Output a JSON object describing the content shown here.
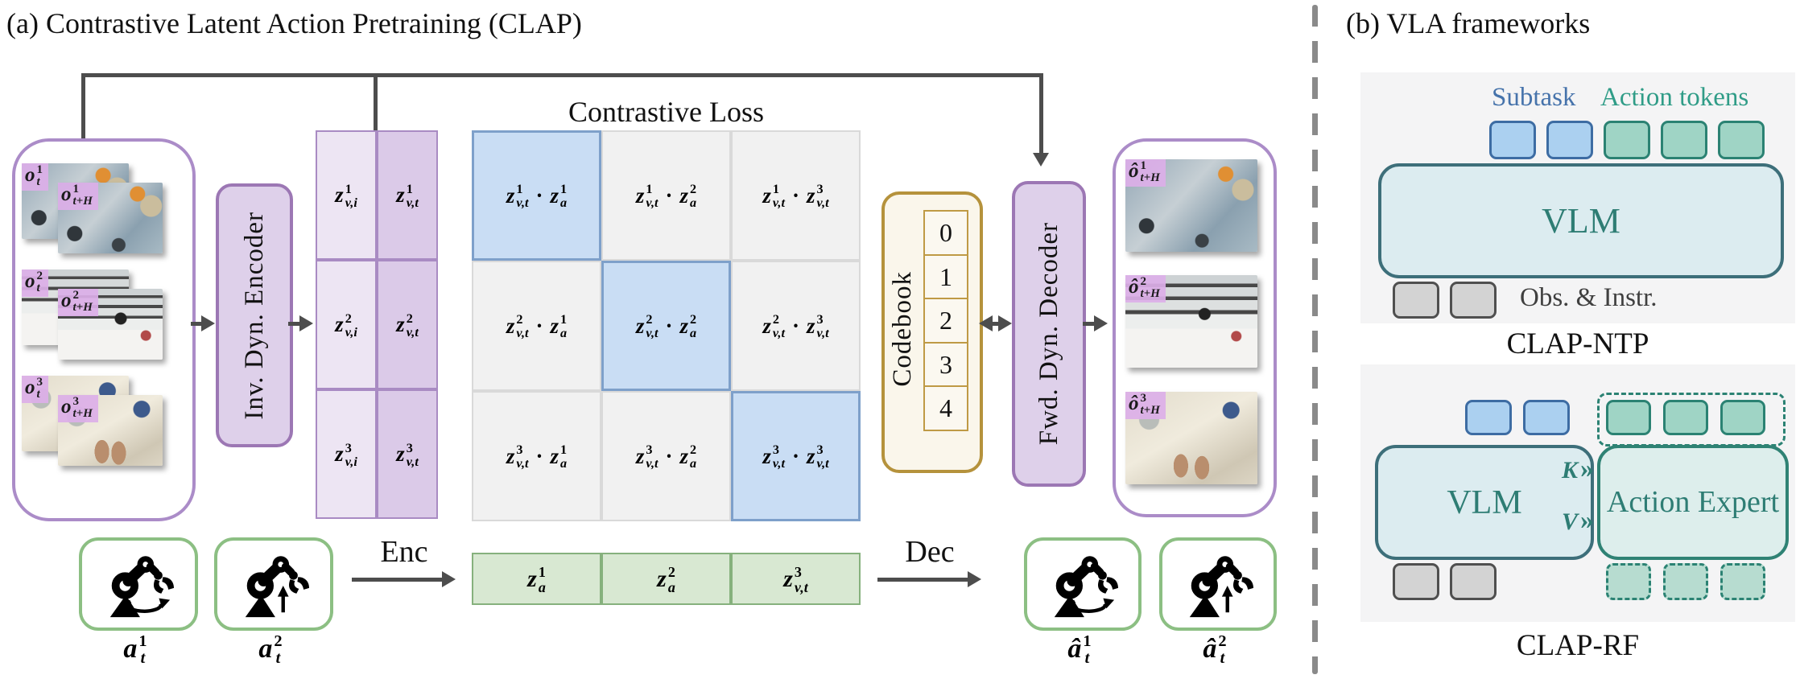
{
  "panel_a": {
    "title": "(a) Contrastive Latent Action Pretraining (CLAP)",
    "contrastive_loss_title": "Contrastive Loss",
    "observations": [
      {
        "back": "o^{1}_{t}",
        "front": "o^{1}_{t+H}"
      },
      {
        "back": "o^{2}_{t}",
        "front": "o^{2}_{t+H}"
      },
      {
        "back": "o^{3}_{t}",
        "front": "o^{3}_{t+H}"
      }
    ],
    "encoder_label": "Inv. Dyn. Encoder",
    "latents": [
      [
        "z^{1}_{v,i}",
        "z^{1}_{v,t}"
      ],
      [
        "z^{2}_{v,i}",
        "z^{2}_{v,t}"
      ],
      [
        "z^{3}_{v,i}",
        "z^{3}_{v,t}"
      ]
    ],
    "matrix": [
      [
        {
          "t": "z^{1}_{v,t} · z^{1}_{a}",
          "hl": true
        },
        {
          "t": "z^{1}_{v,t} · z^{2}_{a}",
          "hl": false
        },
        {
          "t": "z^{1}_{v,t} · z^{3}_{v,t}",
          "hl": false
        }
      ],
      [
        {
          "t": "z^{2}_{v,t} · z^{1}_{a}",
          "hl": false
        },
        {
          "t": "z^{2}_{v,t} · z^{2}_{a}",
          "hl": true
        },
        {
          "t": "z^{2}_{v,t} · z^{3}_{v,t}",
          "hl": false
        }
      ],
      [
        {
          "t": "z^{3}_{v,t} · z^{1}_{a}",
          "hl": false
        },
        {
          "t": "z^{3}_{v,t} · z^{2}_{a}",
          "hl": false
        },
        {
          "t": "z^{3}_{v,t} · z^{3}_{v,t}",
          "hl": true
        }
      ]
    ],
    "codebook": {
      "label": "Codebook",
      "entries": [
        "0",
        "1",
        "2",
        "3",
        "4"
      ]
    },
    "decoder_label": "Fwd. Dyn. Decoder",
    "predictions": [
      "ô^{1}_{t+H}",
      "ô^{2}_{t+H}",
      "ô^{3}_{t+H}"
    ],
    "actions_in": [
      "a^{1}_{t}",
      "a^{2}_{t}"
    ],
    "enc_label": "Enc",
    "dec_label": "Dec",
    "latent_actions": [
      "z^{1}_{a}",
      "z^{2}_{a}",
      "z^{3}_{v,t}"
    ],
    "actions_out": [
      "â^{1}_{t}",
      "â^{2}_{t}"
    ]
  },
  "panel_b": {
    "title": "(b) VLA frameworks",
    "ntp": {
      "subtask_label": "Subtask",
      "action_tokens_label": "Action tokens",
      "vlm_label": "VLM",
      "obs_instr_label": "Obs. & Instr.",
      "caption": "CLAP-NTP",
      "subtask_token_count": 2,
      "action_token_count": 3,
      "input_token_count": 2
    },
    "rf": {
      "vlm_label": "VLM",
      "action_expert_label": "Action Expert",
      "k_label": "K",
      "v_label": "V",
      "kv_chevron": "»",
      "caption": "CLAP-RF",
      "subtask_token_count": 2,
      "action_token_count": 3,
      "input_token_count": 2,
      "noise_token_count": 3
    }
  },
  "icons": {
    "robot_arm_rotate": "robot-arm-with-rotate-arrow",
    "robot_arm_lift": "robot-arm-with-up-arrow"
  },
  "colors": {
    "purple_border": "#ab8cc8",
    "purple_box_fill": "#ded0ea",
    "purple_box_border": "#9c77b4",
    "obs_label_bg": "#dcafe8",
    "latent_light": "#ede5f3",
    "latent_dark": "#dbcae8",
    "matrix_cell": "#f1f1f1",
    "matrix_highlight": "#c9ddf4",
    "matrix_highlight_border": "#7ea0ca",
    "codebook_fill": "#faf6eb",
    "codebook_border": "#b5923c",
    "green_border": "#8cbf83",
    "green_row_fill": "#d8e8d2",
    "arrow": "#4d4d4d",
    "panel_bg": "#f4f4f5",
    "token_blue": "#abd0f0",
    "token_teal": "#9fd4c5",
    "token_gray": "#d3d3d3",
    "teal_text": "#2e7d74",
    "blue_text": "#4673ab"
  }
}
